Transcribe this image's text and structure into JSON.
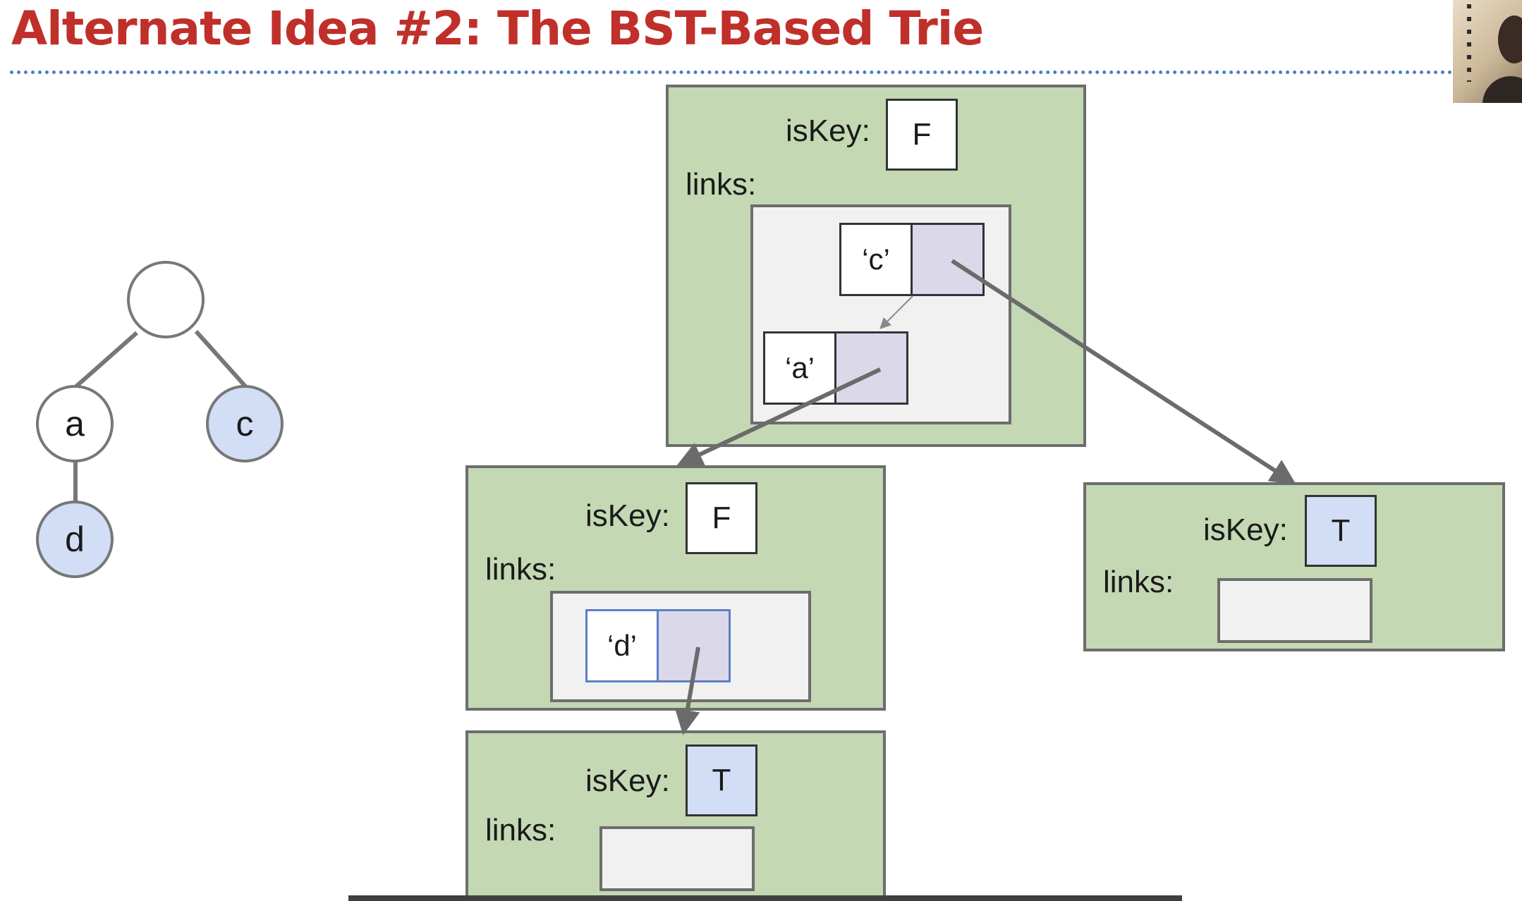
{
  "slide": {
    "title": "Alternate Idea #2: The BST-Based Trie"
  },
  "labels": {
    "is_key": "isKey:",
    "links": "links:"
  },
  "tree": {
    "root": "",
    "a": "a",
    "c": "c",
    "d": "d"
  },
  "nodes": {
    "root": {
      "is_key": "F",
      "entries": [
        "‘c’",
        "‘a’"
      ]
    },
    "a_node": {
      "is_key": "F",
      "entries": [
        "‘d’"
      ]
    },
    "c_node": {
      "is_key": "T"
    },
    "d_node": {
      "is_key": "T"
    }
  },
  "colors": {
    "title": "#c0302b",
    "node_fill": "#c4d8b3",
    "key_fill": "#d2def6",
    "pointer_fill": "#dbd8ea",
    "links_fill": "#f1f1f1",
    "arrow": "#6b6b6b"
  }
}
